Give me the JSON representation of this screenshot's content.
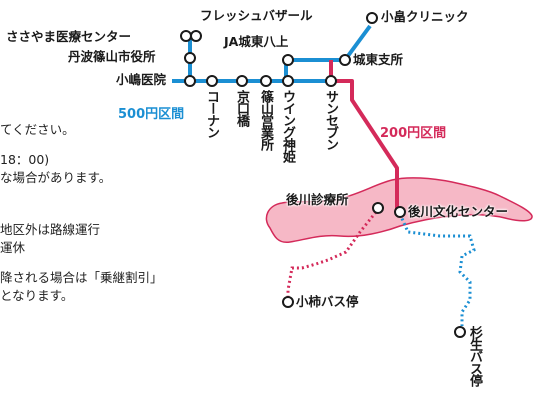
{
  "colors": {
    "route_500": "#1b8fd3",
    "route_200": "#d42a5a",
    "zone_fill": "#f6b8c6",
    "zone_stroke": "#d42a5a",
    "dotted_blue": "#1b8fd3",
    "dotted_red": "#d42a5a"
  },
  "stops": {
    "sasayama_medical": "ささやま医療センター",
    "fresh_bazaar": "フレッシュバザール",
    "obata_clinic": "小畠クリニック",
    "tamba_city_hall": "丹波篠山市役所",
    "ja_joto": "JA城東八上",
    "joto_branch": "城東支所",
    "kojima_clinic": "小嶋医院",
    "konan": "コーナン",
    "kyoguchibashi": "京口橋",
    "sasayama_eigyosho": "篠山営業所",
    "wing_jinki": "ウイング神姫",
    "sunseven": "サンセブン",
    "goka_clinic": "後川診療所",
    "goka_culture": "後川文化センター",
    "ogaki_busstop": "小柿バス停",
    "sugio_busstop": "杉生バス停"
  },
  "zones": {
    "zone_500": "500円区間",
    "zone_200": "200円区間"
  },
  "notes": [
    "てください。",
    "18：00)",
    "な場合があります。",
    "地区外は路線運行",
    "運休",
    "降される場合は「乗継割引」",
    "となります。"
  ]
}
